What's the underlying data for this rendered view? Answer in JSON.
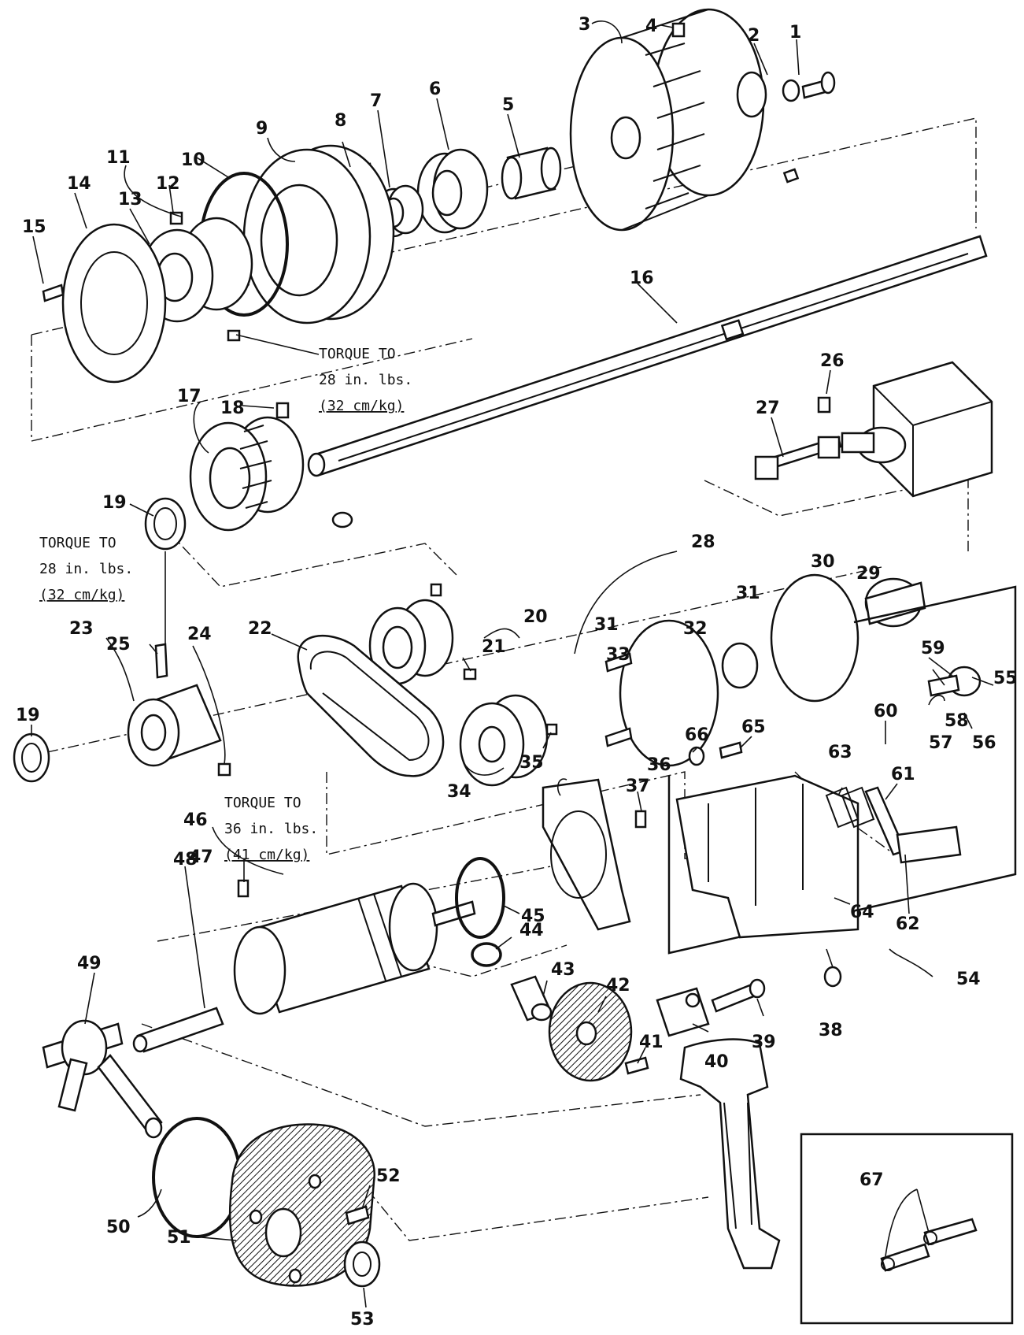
{
  "callouts": [
    "1",
    "2",
    "3",
    "4",
    "5",
    "6",
    "7",
    "8",
    "9",
    "10",
    "11",
    "12",
    "13",
    "14",
    "15",
    "16",
    "17",
    "18",
    "19",
    "19",
    "20",
    "21",
    "22",
    "23",
    "24",
    "25",
    "26",
    "27",
    "28",
    "29",
    "30",
    "31",
    "31",
    "32",
    "33",
    "34",
    "35",
    "36",
    "37",
    "38",
    "39",
    "40",
    "41",
    "42",
    "43",
    "44",
    "45",
    "46",
    "47",
    "48",
    "49",
    "50",
    "51",
    "52",
    "53",
    "54",
    "55",
    "56",
    "57",
    "58",
    "59",
    "60",
    "61",
    "62",
    "63",
    "64",
    "65",
    "66",
    "67"
  ],
  "notes": {
    "torque_a": {
      "line1": "TORQUE TO",
      "line2": "28 in. lbs.",
      "line3": "(32 cm/kg)"
    },
    "torque_b": {
      "line1": "TORQUE TO",
      "line2": "28 in. lbs.",
      "line3": "(32 cm/kg)"
    },
    "torque_c": {
      "line1": "TORQUE TO",
      "line2": "36 in. lbs.",
      "line3": "(41 cm/kg)"
    }
  }
}
